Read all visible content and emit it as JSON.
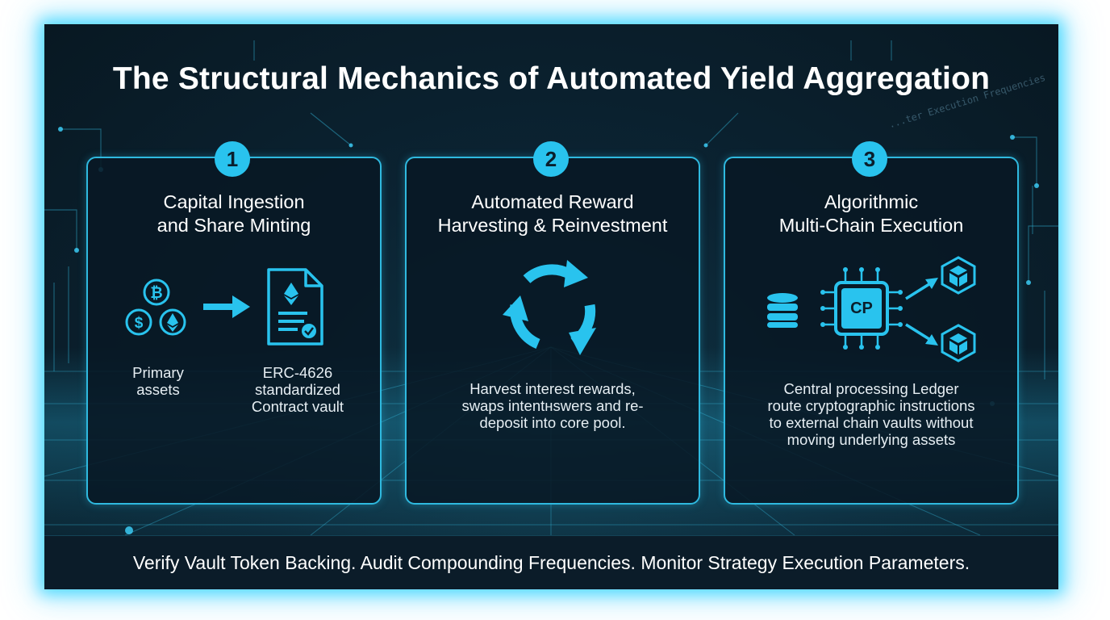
{
  "title": "The Structural Mechanics of Automated Yield Aggregation",
  "watermark": "...ter Execution Frequencies",
  "cards": [
    {
      "number": "1",
      "title_lines": [
        "Capital Ingestion",
        "and Share Minting"
      ],
      "left_label_lines": [
        "Primary",
        "assets"
      ],
      "right_label_lines": [
        "ERC-4626",
        "standardized",
        "Contract vault"
      ],
      "icons": {
        "coins": "crypto-coins-icon",
        "arrow": "arrow-right-icon",
        "document": "contract-document-icon"
      }
    },
    {
      "number": "2",
      "title_lines": [
        "Automated Reward",
        "Harvesting & Reinvestment"
      ],
      "desc_lines": [
        "Harvest interest rewards,",
        "swaps intentнswers and re-",
        "deposit into core pool."
      ],
      "icons": {
        "cycle": "refresh-cycle-icon"
      }
    },
    {
      "number": "3",
      "title_lines": [
        "Algorithmic",
        "Multi-Chain Execution"
      ],
      "desc_lines": [
        "Central processing Ledger",
        "route cryptographic instructions",
        "to external chain vaults without",
        "moving underlying assets"
      ],
      "chip_label": "CP",
      "icons": {
        "database": "database-icon",
        "chip": "processor-chip-icon",
        "cube": "blockchain-cube-icon"
      }
    }
  ],
  "footer": "Verify Vault Token Backing. Audit Compounding Frequencies. Monitor Strategy Execution Parameters.",
  "colors": {
    "accent": "#29c3ee",
    "background": "#0b2332",
    "text": "#ffffff"
  }
}
